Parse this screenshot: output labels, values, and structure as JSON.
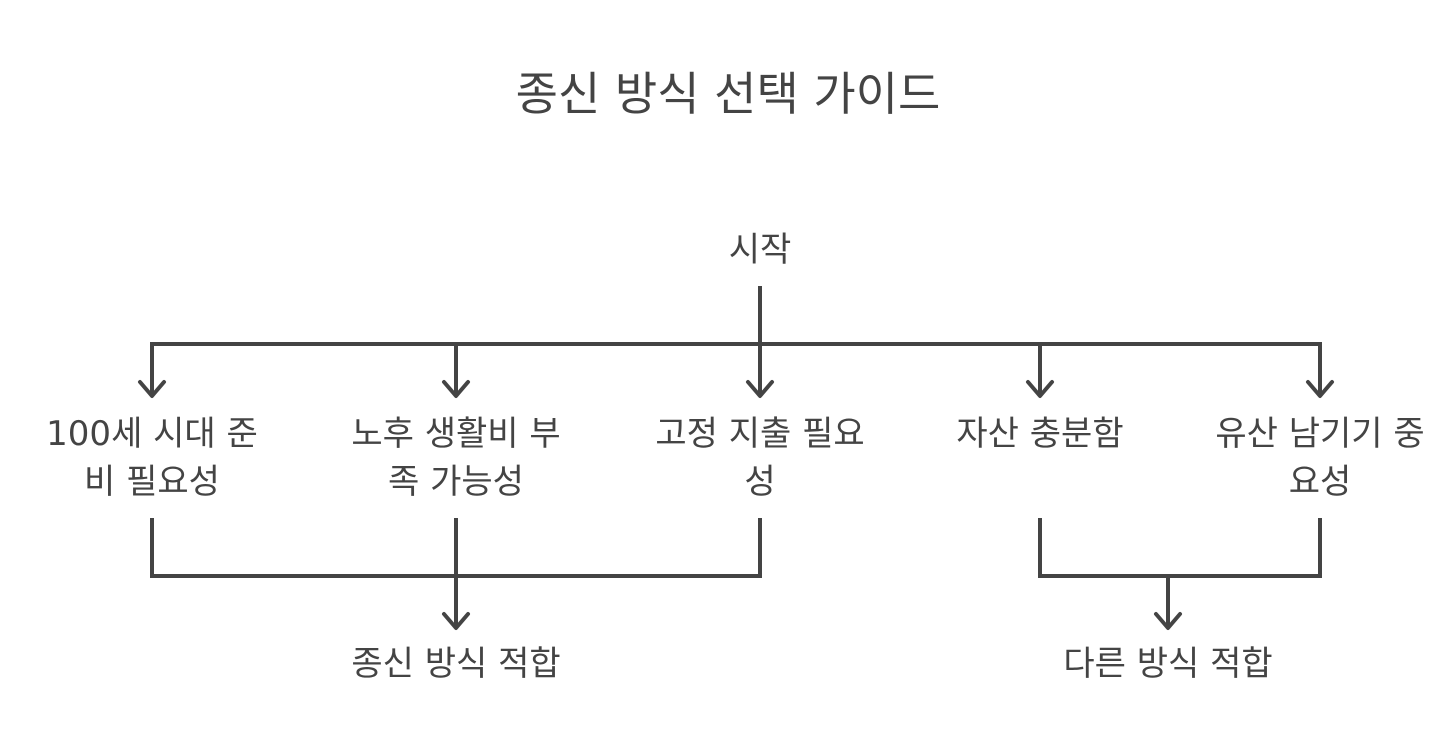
{
  "title": "종신 방식 선택 가이드",
  "start": "시작",
  "criteria": [
    "100세 시대 준비 필요성",
    "노후 생활비 부족 가능성",
    "고정 지출 필요성",
    "자산 충분함",
    "유산 남기기 중요성"
  ],
  "outcomes": [
    "종신 방식 적합",
    "다른 방식 적합"
  ]
}
